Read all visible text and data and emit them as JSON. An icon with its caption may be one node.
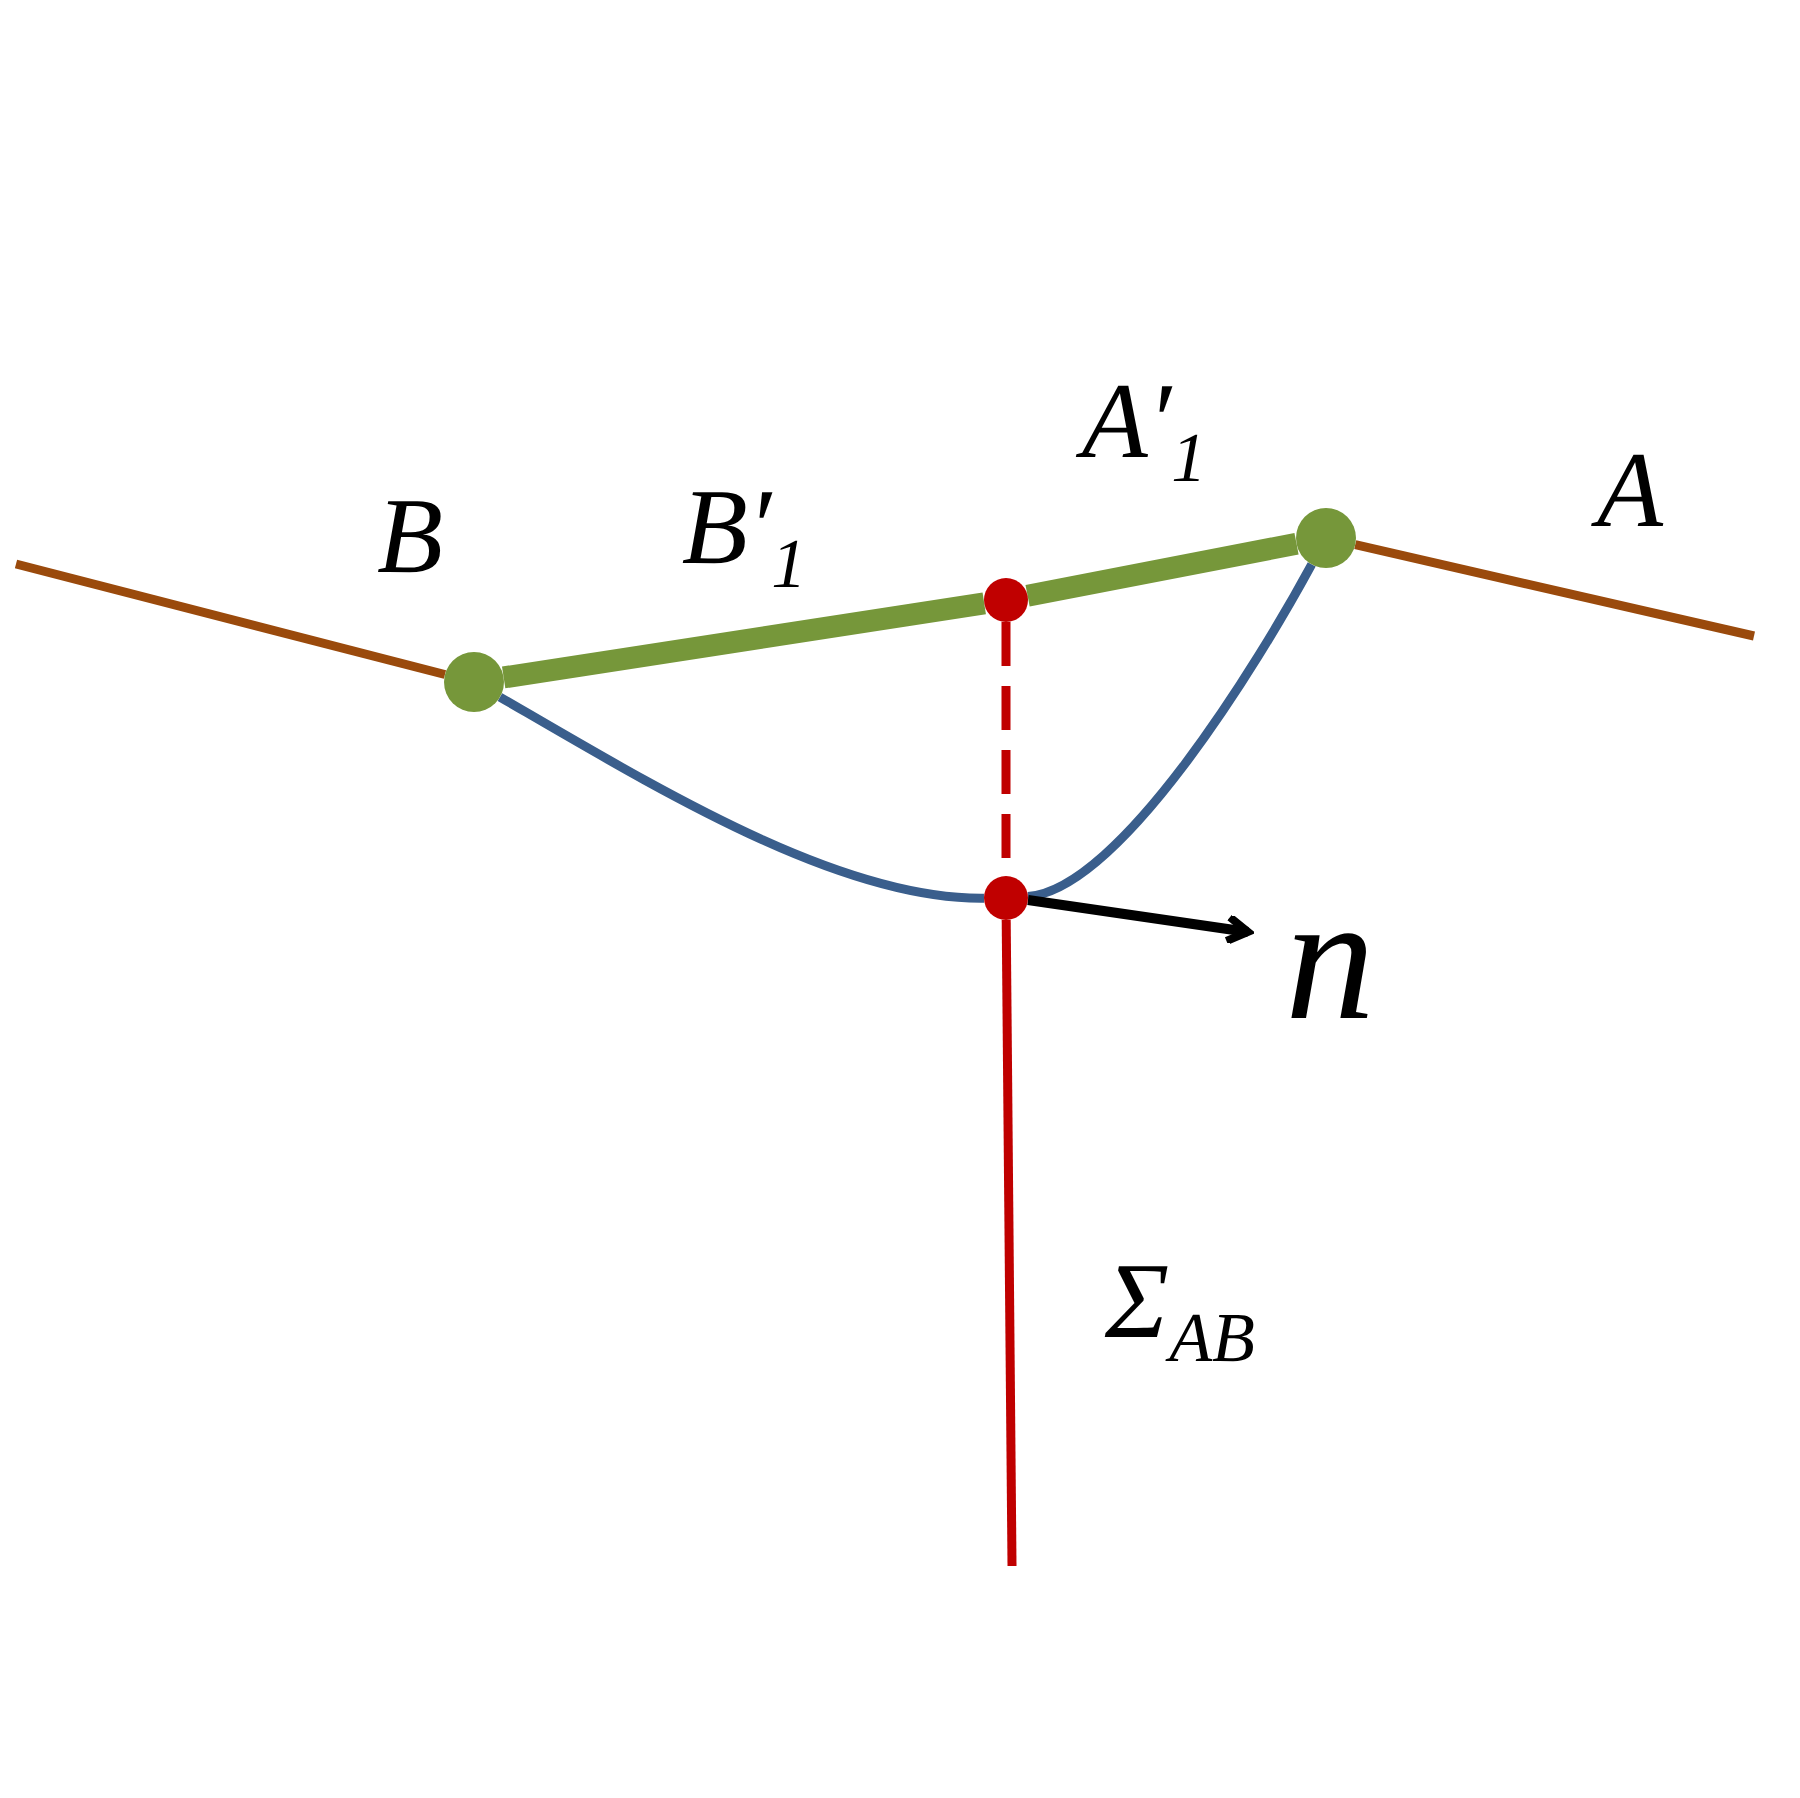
{
  "diagram": {
    "nodes": [
      {
        "text": [],
        "shape": "circle"
      },
      {
        "text": [],
        "shape": "circle"
      },
      {
        "text": [],
        "shape": "circle"
      },
      {
        "text": [],
        "shape": "circle"
      }
    ],
    "edges": [
      {
        "from": null,
        "to": 0,
        "arrow": "none",
        "color": "#9a4a0c"
      },
      {
        "from": 0,
        "to": 1,
        "arrow": "none",
        "style": "thick",
        "color": "#76973a"
      },
      {
        "from": 1,
        "to": 2,
        "arrow": "none",
        "style": "thick",
        "color": "#76973a"
      },
      {
        "from": 2,
        "to": null,
        "arrow": "none",
        "color": "#9a4a0c"
      },
      {
        "from": 0,
        "to": 3,
        "arrow": "none",
        "color": "#3a5e8c"
      },
      {
        "from": 3,
        "to": 2,
        "arrow": "none",
        "color": "#3a5e8c"
      },
      {
        "from": 1,
        "to": 3,
        "arrow": "none",
        "style": "dashed",
        "color": "#c00000"
      },
      {
        "from": 3,
        "to": null,
        "arrow": "none",
        "color": "#c00000"
      }
    ],
    "labels": [
      "B",
      "B′$_{1}$",
      "A′$_{1}$",
      "A",
      "n",
      "Σ$_{AB}$"
    ]
  }
}
